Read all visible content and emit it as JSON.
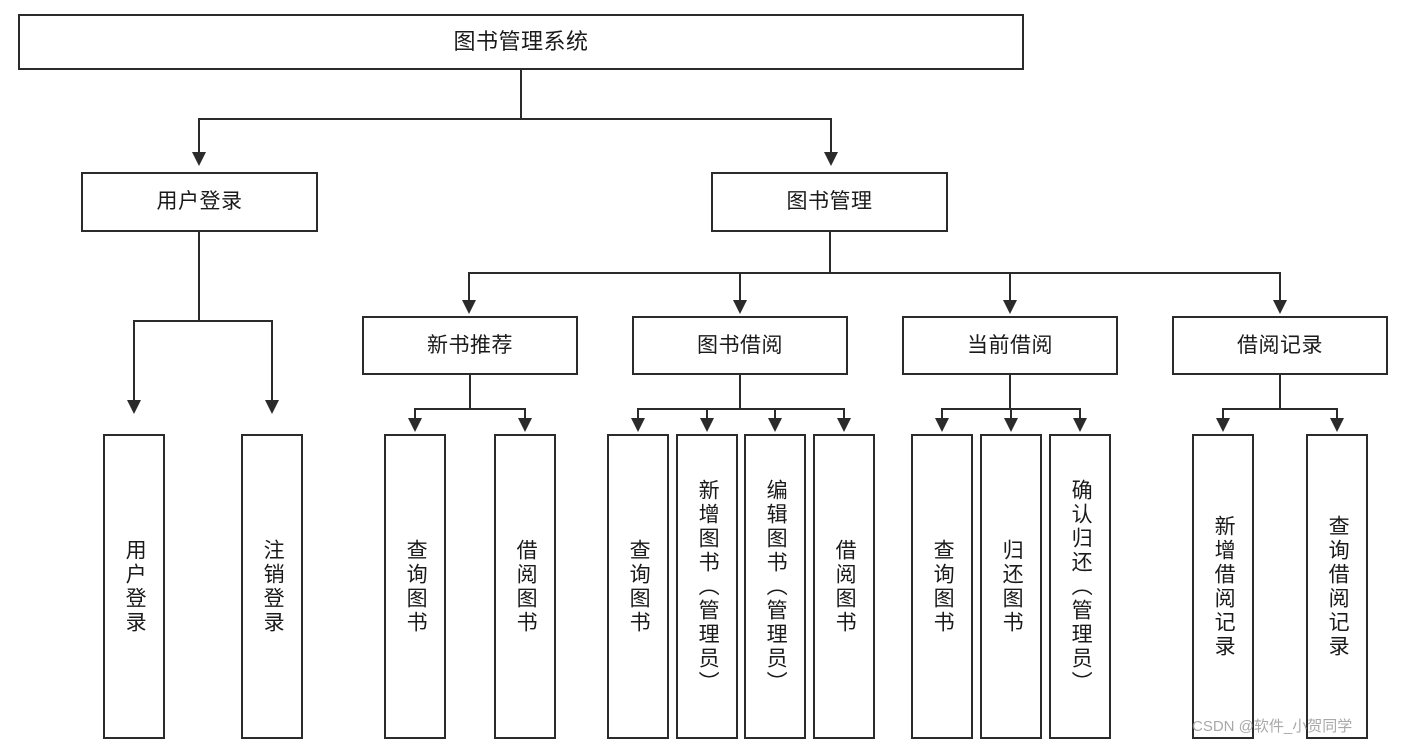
{
  "diagram": {
    "title": "图书管理系统",
    "type": "tree",
    "root": {
      "label": "图书管理系统"
    },
    "level2": [
      {
        "label": "用户登录"
      },
      {
        "label": "图书管理"
      }
    ],
    "level3": [
      {
        "label": "新书推荐"
      },
      {
        "label": "图书借阅"
      },
      {
        "label": "当前借阅"
      },
      {
        "label": "借阅记录"
      }
    ],
    "leaves_user_login": [
      {
        "label": "用户登录"
      },
      {
        "label": "注销登录"
      }
    ],
    "leaves_new_book": [
      {
        "label": "查询图书"
      },
      {
        "label": "借阅图书"
      }
    ],
    "leaves_borrow": [
      {
        "label": "查询图书"
      },
      {
        "label": "新增图书（管理员）"
      },
      {
        "label": "编辑图书（管理员）"
      },
      {
        "label": "借阅图书"
      }
    ],
    "leaves_current": [
      {
        "label": "查询图书"
      },
      {
        "label": "归还图书"
      },
      {
        "label": "确认归还（管理员）"
      }
    ],
    "leaves_records": [
      {
        "label": "新增借阅记录"
      },
      {
        "label": "查询借阅记录"
      }
    ]
  },
  "watermark": {
    "text": "CSDN @软件_小贺同学"
  },
  "colors": {
    "stroke": "#2b2b2b",
    "fill": "#ffffff",
    "text": "#1a1a1a",
    "watermark": "#9a9a9a"
  }
}
